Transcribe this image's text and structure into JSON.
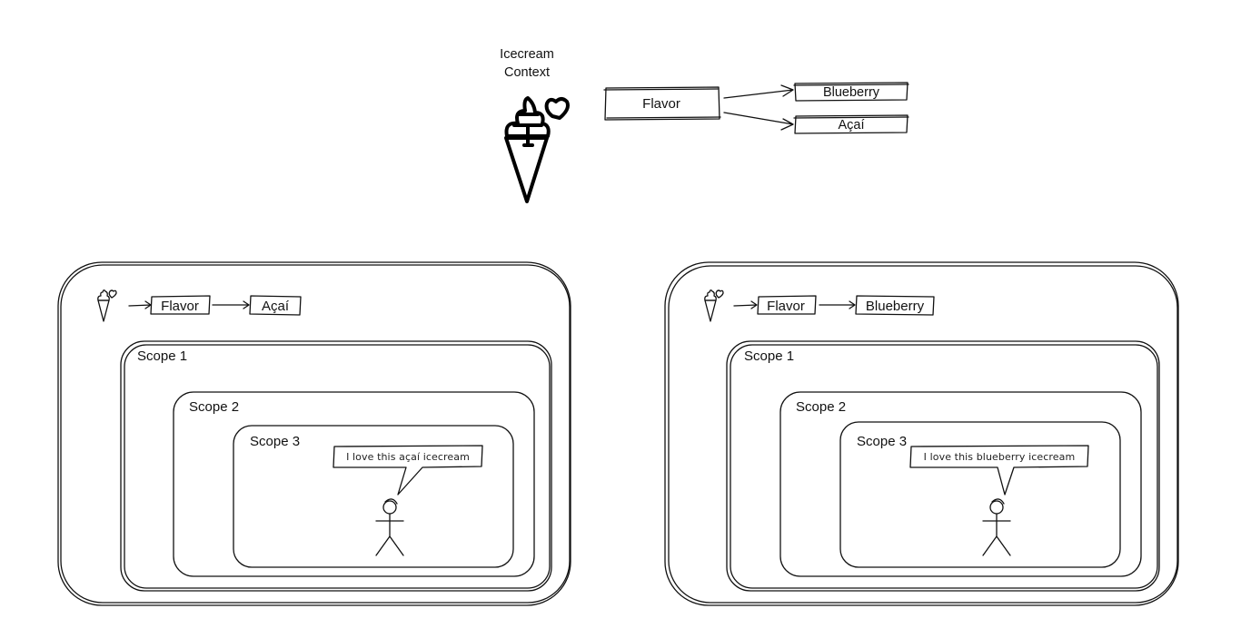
{
  "header": {
    "context_title_line1": "Icecream",
    "context_title_line2": "Context",
    "flavor_label": "Flavor",
    "options": [
      "Blueberry",
      "Açaí"
    ]
  },
  "panels": [
    {
      "flavor_label": "Flavor",
      "value": "Açaí",
      "scopes": [
        "Scope 1",
        "Scope 2",
        "Scope 3"
      ],
      "speech": "I love this açaí icecream"
    },
    {
      "flavor_label": "Flavor",
      "value": "Blueberry",
      "scopes": [
        "Scope 1",
        "Scope 2",
        "Scope 3"
      ],
      "speech": "I love this blueberry icecream"
    }
  ],
  "icons": [
    "icecream-icon",
    "stick-figure-icon",
    "arrow-icon",
    "speech-bubble-icon"
  ],
  "colors": {
    "stroke": "#111111",
    "background": "#ffffff"
  }
}
